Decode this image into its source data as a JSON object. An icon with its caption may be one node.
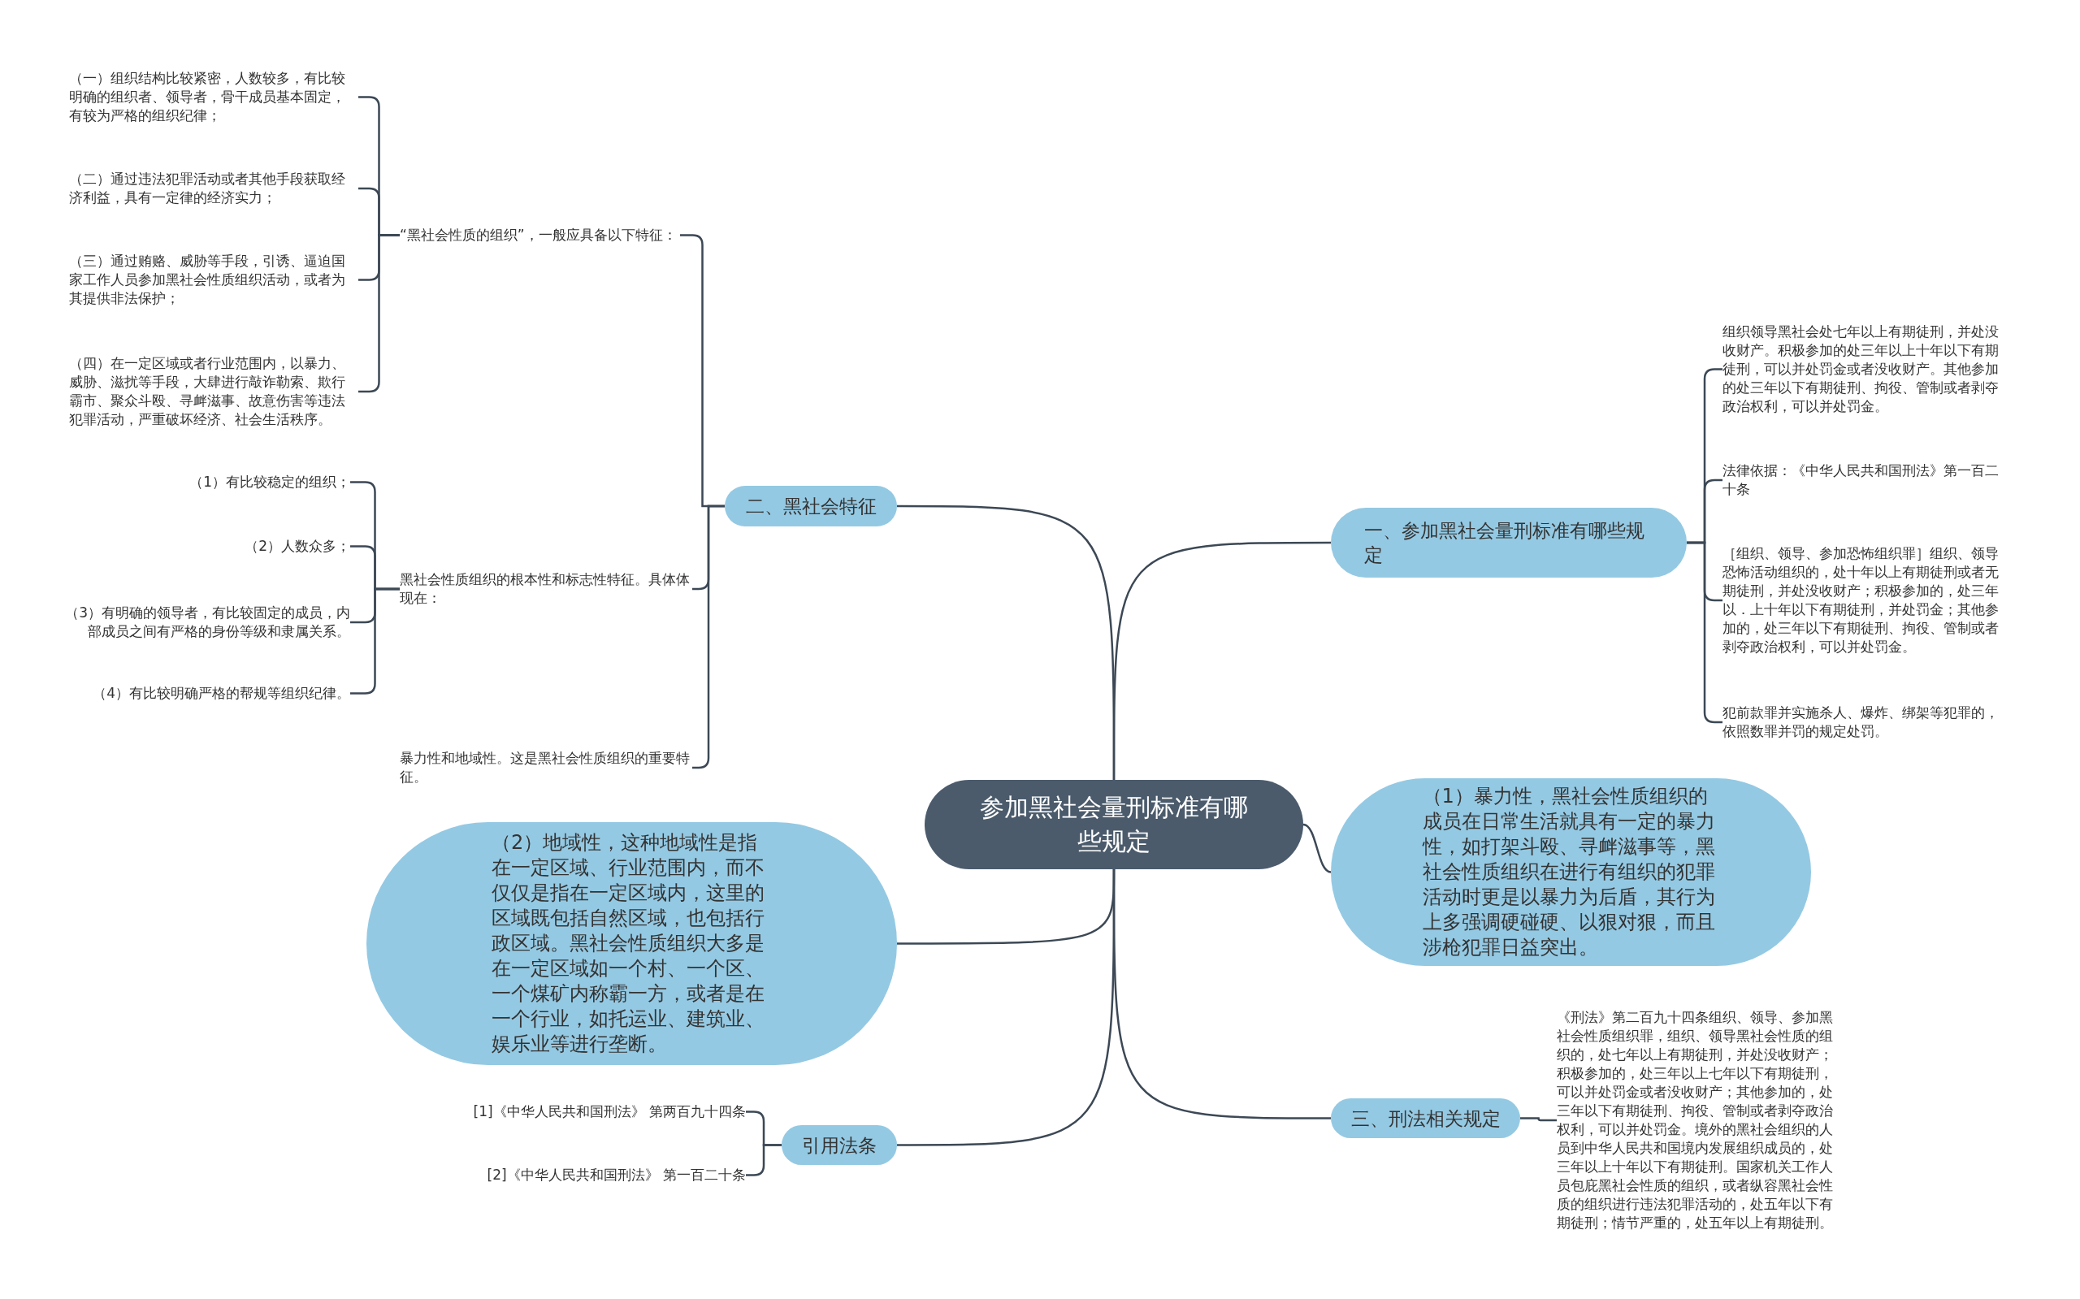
{
  "diagram": {
    "nodes": [
      {
        "text": [
          "参加黑社会量刑标准有哪些规定"
        ]
      },
      {
        "text": [
          "二、黑社会特征"
        ]
      },
      {
        "text": [
          "“黑社会性质的组织”，一般应具备以下特征："
        ]
      },
      {
        "text": [
          "（一）组织结构比较紧密，人数较多，有比较明确的组织者、领导者，骨干成员基本固定，有较为严格的组织纪律；"
        ]
      },
      {
        "text": [
          "（二）通过违法犯罪活动或者其他手段获取经济利益，具有一定律的经济实力；"
        ]
      },
      {
        "text": [
          "（三）通过贿赂、威胁等手段，引诱、逼迫国家工作人员参加黑社会性质组织活动，或者为其提供非法保护；"
        ]
      },
      {
        "text": [
          "（四）在一定区域或者行业范围内，以暴力、威胁、滋扰等手段，大肆进行敲诈勒索、欺行霸市、聚众斗殴、寻衅滋事、故意伤害等违法犯罪活动，严重破坏经济、社会生活秩序。"
        ]
      },
      {
        "text": [
          "黑社会性质组织的根本性和标志性特征。具体体现在："
        ]
      },
      {
        "text": [
          "（1）有比较稳定的组织；"
        ]
      },
      {
        "text": [
          "（2）人数众多；"
        ]
      },
      {
        "text": [
          "（3）有明确的领导者，有比较固定的成员，内部成员之间有严格的身份等级和隶属关系。"
        ]
      },
      {
        "text": [
          "（4）有比较明确严格的帮规等组织纪律。"
        ]
      },
      {
        "text": [
          "暴力性和地域性。这是黑社会性质组织的重要特征。"
        ]
      },
      {
        "text": [
          "（2）地域性，这种地域性是指在一定区域、行业范围内，而不仅仅是指在一定区域内，这里的区域既包括自然区域，也包括行政区域。黑社会性质组织大多是在一定区域如一个村、一个区、一个煤矿内称霸一方，或者是在一个行业，如托运业、建筑业、娱乐业等进行垄断。"
        ]
      },
      {
        "text": [
          "引用法条"
        ]
      },
      {
        "text": [
          "[1]《中华人民共和国刑法》 第两百九十四条"
        ]
      },
      {
        "text": [
          "[2]《中华人民共和国刑法》 第一百二十条"
        ]
      },
      {
        "text": [
          "一、参加黑社会量刑标准有哪些规定"
        ]
      },
      {
        "text": [
          "组织领导黑社会处七年以上有期徒刑，并处没收财产。积极参加的处三年以上十年以下有期徒刑，可以并处罚金或者没收财产。其他参加的处三年以下有期徒刑、拘役、管制或者剥夺政治权利，可以并处罚金。"
        ]
      },
      {
        "text": [
          "法律依据：《中华人民共和国刑法》第一百二十条"
        ]
      },
      {
        "text": [
          "［组织、领导、参加恐怖组织罪］组织、领导恐怖活动组织的，处十年以上有期徒刑或者无期徒刑，并处没收财产；积极参加的，处三年以．上十年以下有期徒刑，并处罚金；其他参加的，处三年以下有期徒刑、拘役、管制或者剥夺政治权利，可以并处罚金。"
        ]
      },
      {
        "text": [
          "犯前款罪并实施杀人、爆炸、绑架等犯罪的，依照数罪并罚的规定处罚。"
        ]
      },
      {
        "text": [
          "（1）暴力性，黑社会性质组织的成员在日常生活就具有一定的暴力性，如打架斗殴、寻衅滋事等，黑社会性质组织在进行有组织的犯罪活动时更是以暴力为后盾，其行为上多强调硬碰硬、以狠对狠，而且涉枪犯罪日益突出。"
        ]
      },
      {
        "text": [
          "三、刑法相关规定"
        ]
      },
      {
        "text": [
          "《刑法》第二百九十四条组织、领导、参加黑社会性质组织罪，组织、领导黑社会性质的组织的，处七年以上有期徒刑，并处没收财产；积极参加的，处三年以上七年以下有期徒刑，可以并处罚金或者没收财产；其他参加的，处三年以下有期徒刑、拘役、管制或者剥夺政治权利，可以并处罚金。境外的黑社会组织的人员到中华人民共和国境内发展组织成员的，处三年以上十年以下有期徒刑。国家机关工作人员包庇黑社会性质的组织，或者纵容黑社会性质的组织进行违法犯罪活动的，处五年以下有期徒刑；情节严重的，处五年以上有期徒刑。"
        ]
      }
    ],
    "edges": [
      {
        "from": 0,
        "to": 1,
        "arrow": "none"
      },
      {
        "from": 1,
        "to": 2,
        "arrow": "none"
      },
      {
        "from": 2,
        "to": 3,
        "arrow": "none"
      },
      {
        "from": 2,
        "to": 4,
        "arrow": "none"
      },
      {
        "from": 2,
        "to": 5,
        "arrow": "none"
      },
      {
        "from": 2,
        "to": 6,
        "arrow": "none"
      },
      {
        "from": 1,
        "to": 7,
        "arrow": "none"
      },
      {
        "from": 7,
        "to": 8,
        "arrow": "none"
      },
      {
        "from": 7,
        "to": 9,
        "arrow": "none"
      },
      {
        "from": 7,
        "to": 10,
        "arrow": "none"
      },
      {
        "from": 7,
        "to": 11,
        "arrow": "none"
      },
      {
        "from": 1,
        "to": 12,
        "arrow": "none"
      },
      {
        "from": 0,
        "to": 13,
        "arrow": "none"
      },
      {
        "from": 0,
        "to": 14,
        "arrow": "none"
      },
      {
        "from": 14,
        "to": 15,
        "arrow": "none"
      },
      {
        "from": 14,
        "to": 16,
        "arrow": "none"
      },
      {
        "from": 0,
        "to": 17,
        "arrow": "none"
      },
      {
        "from": 17,
        "to": 18,
        "arrow": "none"
      },
      {
        "from": 17,
        "to": 19,
        "arrow": "none"
      },
      {
        "from": 17,
        "to": 20,
        "arrow": "none"
      },
      {
        "from": 17,
        "to": 21,
        "arrow": "none"
      },
      {
        "from": 0,
        "to": 22,
        "arrow": "none"
      },
      {
        "from": 0,
        "to": 23,
        "arrow": "none"
      },
      {
        "from": 23,
        "to": 24,
        "arrow": "none"
      }
    ]
  }
}
